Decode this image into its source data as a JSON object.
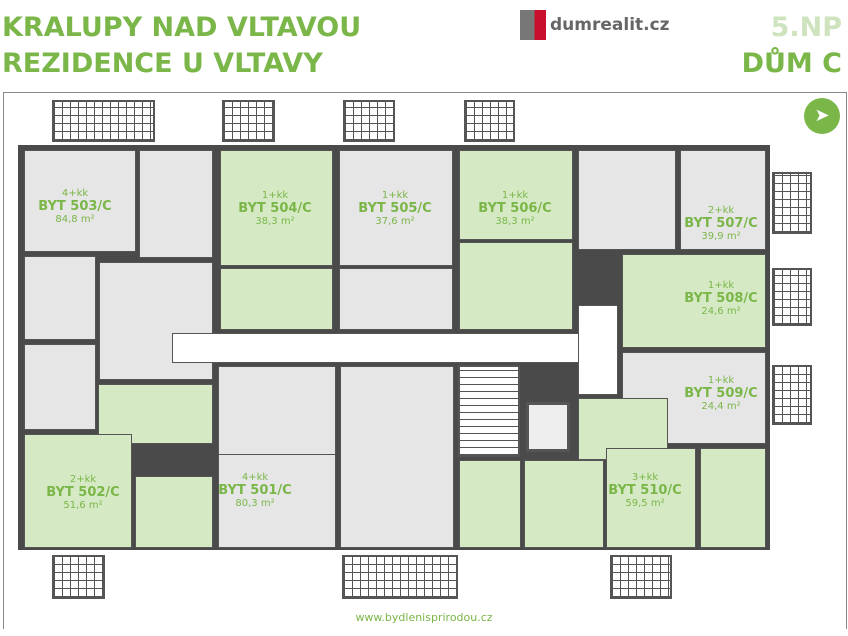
{
  "header": {
    "line1": "KRALUPY NAD VLTAVOU",
    "line2": "REZIDENCE U VLTAVY",
    "floor": "5.NP",
    "house": "DŮM C",
    "logo_text": "dumrealit.cz"
  },
  "footer": {
    "url": "www.bydlenisprirodou.cz"
  },
  "colors": {
    "accent": "#7ab648",
    "apartment_green": "#d5eac4",
    "apartment_grey": "#e6e6e6",
    "wall": "#4a4a4a"
  },
  "north_icon": "compass-arrow-icon",
  "apartments": {
    "a503": {
      "type": "4+kk",
      "name": "BYT 503/C",
      "area": "84,8 m²"
    },
    "a504": {
      "type": "1+kk",
      "name": "BYT 504/C",
      "area": "38,3 m²"
    },
    "a505": {
      "type": "1+kk",
      "name": "BYT 505/C",
      "area": "37,6 m²"
    },
    "a506": {
      "type": "1+kk",
      "name": "BYT 506/C",
      "area": "38,3 m²"
    },
    "a507": {
      "type": "2+kk",
      "name": "BYT 507/C",
      "area": "39,9 m²"
    },
    "a508": {
      "type": "1+kk",
      "name": "BYT 508/C",
      "area": "24,6 m²"
    },
    "a509": {
      "type": "1+kk",
      "name": "BYT 509/C",
      "area": "24,4 m²"
    },
    "a510": {
      "type": "3+kk",
      "name": "BYT 510/C",
      "area": "59,5 m²"
    },
    "a501": {
      "type": "4+kk",
      "name": "BYT 501/C",
      "area": "80,3 m²"
    },
    "a502": {
      "type": "2+kk",
      "name": "BYT 502/C",
      "area": "51,6 m²"
    }
  }
}
